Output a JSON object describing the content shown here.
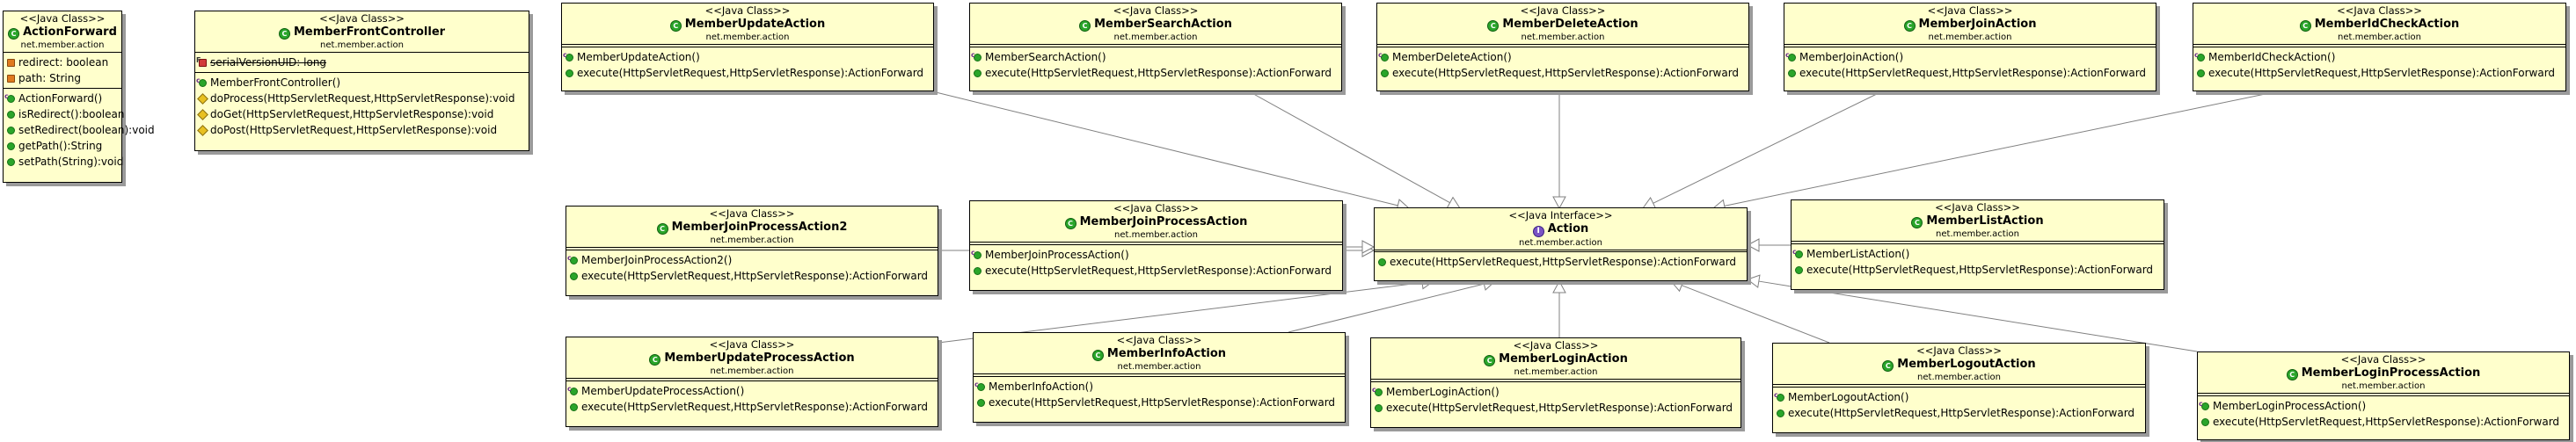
{
  "diagram": {
    "package": "net.member.action",
    "interface_box": {
      "stereotype": "<<Java Interface>>",
      "name": "Action",
      "package": "net.member.action",
      "methods": [
        "execute(HttpServletRequest,HttpServletResponse):ActionForward"
      ]
    },
    "standalone": [
      {
        "stereotype": "<<Java Class>>",
        "name": "ActionForward",
        "package": "net.member.action",
        "fields": [
          "redirect: boolean",
          "path: String"
        ],
        "methods": [
          "ActionForward()",
          "isRedirect():boolean",
          "setRedirect(boolean):void",
          "getPath():String",
          "setPath(String):void"
        ]
      },
      {
        "stereotype": "<<Java Class>>",
        "name": "MemberFrontController",
        "package": "net.member.action",
        "fields": [
          "serialVersionUID: long"
        ],
        "methods": [
          "MemberFrontController()",
          "doProcess(HttpServletRequest,HttpServletResponse):void",
          "doGet(HttpServletRequest,HttpServletResponse):void",
          "doPost(HttpServletRequest,HttpServletResponse):void"
        ]
      }
    ],
    "implementors": [
      {
        "stereotype": "<<Java Class>>",
        "name": "MemberUpdateAction",
        "package": "net.member.action",
        "methods": [
          "MemberUpdateAction()",
          "execute(HttpServletRequest,HttpServletResponse):ActionForward"
        ]
      },
      {
        "stereotype": "<<Java Class>>",
        "name": "MemberSearchAction",
        "package": "net.member.action",
        "methods": [
          "MemberSearchAction()",
          "execute(HttpServletRequest,HttpServletResponse):ActionForward"
        ]
      },
      {
        "stereotype": "<<Java Class>>",
        "name": "MemberDeleteAction",
        "package": "net.member.action",
        "methods": [
          "MemberDeleteAction()",
          "execute(HttpServletRequest,HttpServletResponse):ActionForward"
        ]
      },
      {
        "stereotype": "<<Java Class>>",
        "name": "MemberJoinAction",
        "package": "net.member.action",
        "methods": [
          "MemberJoinAction()",
          "execute(HttpServletRequest,HttpServletResponse):ActionForward"
        ]
      },
      {
        "stereotype": "<<Java Class>>",
        "name": "MemberIdCheckAction",
        "package": "net.member.action",
        "methods": [
          "MemberIdCheckAction()",
          "execute(HttpServletRequest,HttpServletResponse):ActionForward"
        ]
      },
      {
        "stereotype": "<<Java Class>>",
        "name": "MemberJoinProcessAction2",
        "package": "net.member.action",
        "methods": [
          "MemberJoinProcessAction2()",
          "execute(HttpServletRequest,HttpServletResponse):ActionForward"
        ]
      },
      {
        "stereotype": "<<Java Class>>",
        "name": "MemberJoinProcessAction",
        "package": "net.member.action",
        "methods": [
          "MemberJoinProcessAction()",
          "execute(HttpServletRequest,HttpServletResponse):ActionForward"
        ]
      },
      {
        "stereotype": "<<Java Class>>",
        "name": "MemberListAction",
        "package": "net.member.action",
        "methods": [
          "MemberListAction()",
          "execute(HttpServletRequest,HttpServletResponse):ActionForward"
        ]
      },
      {
        "stereotype": "<<Java Class>>",
        "name": "MemberUpdateProcessAction",
        "package": "net.member.action",
        "methods": [
          "MemberUpdateProcessAction()",
          "execute(HttpServletRequest,HttpServletResponse):ActionForward"
        ]
      },
      {
        "stereotype": "<<Java Class>>",
        "name": "MemberInfoAction",
        "package": "net.member.action",
        "methods": [
          "MemberInfoAction()",
          "execute(HttpServletRequest,HttpServletResponse):ActionForward"
        ]
      },
      {
        "stereotype": "<<Java Class>>",
        "name": "MemberLoginAction",
        "package": "net.member.action",
        "methods": [
          "MemberLoginAction()",
          "execute(HttpServletRequest,HttpServletResponse):ActionForward"
        ]
      },
      {
        "stereotype": "<<Java Class>>",
        "name": "MemberLogoutAction",
        "package": "net.member.action",
        "methods": [
          "MemberLogoutAction()",
          "execute(HttpServletRequest,HttpServletResponse):ActionForward"
        ]
      },
      {
        "stereotype": "<<Java Class>>",
        "name": "MemberLoginProcessAction",
        "package": "net.member.action",
        "methods": [
          "MemberLoginProcessAction()",
          "execute(HttpServletRequest,HttpServletResponse):ActionForward"
        ]
      }
    ],
    "colors": {
      "box_fill": "#ffffcc",
      "edge": "#808080",
      "shadow": "#9a9a9a"
    }
  }
}
